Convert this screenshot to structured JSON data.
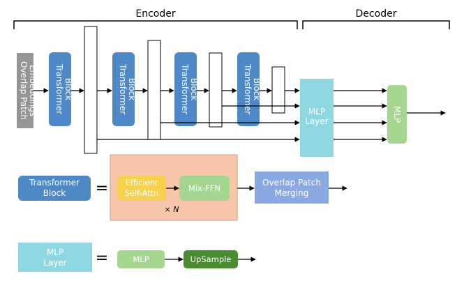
{
  "encoder_label": "Encoder",
  "decoder_label": "Decoder",
  "overlap_patch_embeddings": [
    "Overlap Patch",
    "Embeddings"
  ],
  "transformer_block": [
    "Transformer",
    "Block"
  ],
  "mlp_layer": [
    "MLP",
    "Layer"
  ],
  "mlp_head": "MLP",
  "legend_transformer": {
    "block": [
      "Transformer",
      "Block"
    ],
    "equals": "=",
    "efficient_self_attn": [
      "Efficient",
      "Self-Attn"
    ],
    "mix_ffn": "Mix-FFN",
    "repeat": "× N",
    "overlap_patch_merging": [
      "Overlap Patch",
      "Merging"
    ]
  },
  "legend_mlp": {
    "layer": [
      "MLP",
      "Layer"
    ],
    "equals": "=",
    "mlp": "MLP",
    "upsample": "UpSample"
  },
  "colors": {
    "gray": "#959595",
    "blue": "#4f88c6",
    "cyan": "#8fd7e2",
    "green": "#a4d68f",
    "dark_green": "#4a8c30",
    "yellow": "#f7d04e",
    "peach": "#f8c7ab",
    "periwinkle": "#8aa9e2"
  }
}
